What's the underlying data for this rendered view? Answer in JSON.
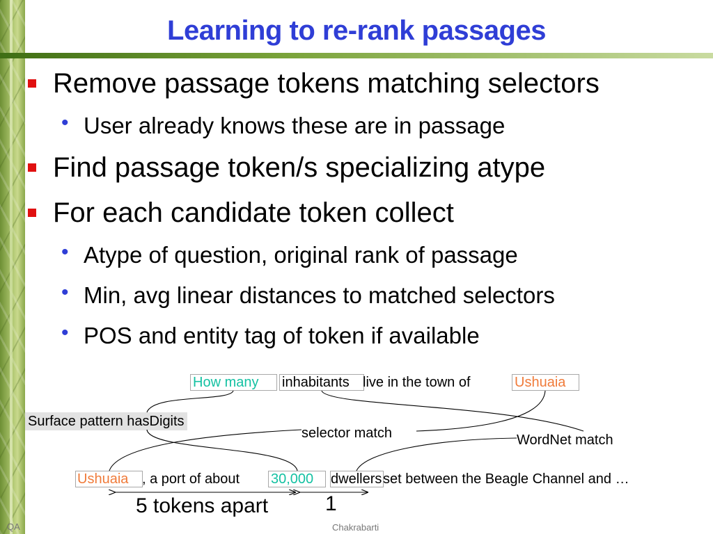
{
  "slide": {
    "title": "Learning to re-rank passages",
    "bullets": [
      {
        "text": "Remove passage tokens matching selectors",
        "subs": [
          "User already knows these are in passage"
        ]
      },
      {
        "text": "Find passage token/s specializing atype",
        "subs": []
      },
      {
        "text": "For each candidate token collect",
        "subs": [
          "Atype of question, original rank of passage",
          "Min, avg linear distances to matched selectors",
          "POS and entity tag of token if available"
        ]
      }
    ]
  },
  "diagram": {
    "question": {
      "how_many": "How many",
      "inhabitants": "inhabitants",
      "middle": " live in the town of ",
      "ushuaia": "Ushuaia"
    },
    "passage": {
      "ushuaia": "Ushuaia",
      "middle": ", a port of about ",
      "number": "30,000",
      "dwellers": "dwellers",
      "rest": " set between the Beagle Channel and …"
    },
    "labels": {
      "surface_pattern": "Surface pattern hasDigits",
      "selector_match": "selector match",
      "wordnet_match": "WordNet match",
      "five_apart": "5 tokens apart",
      "one": "1"
    },
    "colors": {
      "question_term": "#14c1a2",
      "selector_term": "#f07b3a",
      "title": "#2f3ed6",
      "bullet": "#e01010"
    }
  },
  "footer": {
    "left": "QA",
    "center": "Chakrabarti"
  }
}
